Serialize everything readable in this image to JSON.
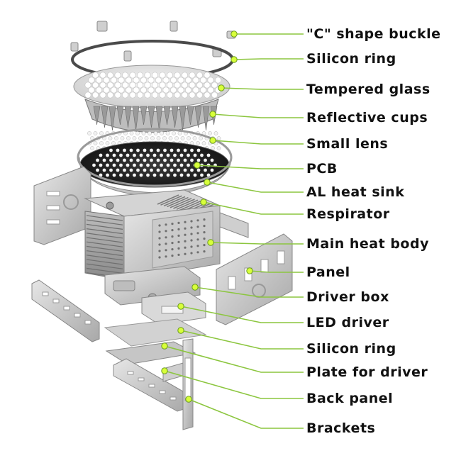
{
  "diagram": {
    "accent_color": "#8cc63f",
    "parts": [
      {
        "name": "\"C\" shape buckle"
      },
      {
        "name": "Silicon ring"
      },
      {
        "name": "Tempered glass"
      },
      {
        "name": "Reflective cups"
      },
      {
        "name": "Small lens"
      },
      {
        "name": "PCB"
      },
      {
        "name": "AL heat sink"
      },
      {
        "name": "Respirator"
      },
      {
        "name": "Main heat body"
      },
      {
        "name": "Panel"
      },
      {
        "name": "Driver box"
      },
      {
        "name": "LED driver"
      },
      {
        "name": "Silicon ring"
      },
      {
        "name": "Plate for driver"
      },
      {
        "name": "Back panel"
      },
      {
        "name": "Brackets"
      }
    ]
  }
}
